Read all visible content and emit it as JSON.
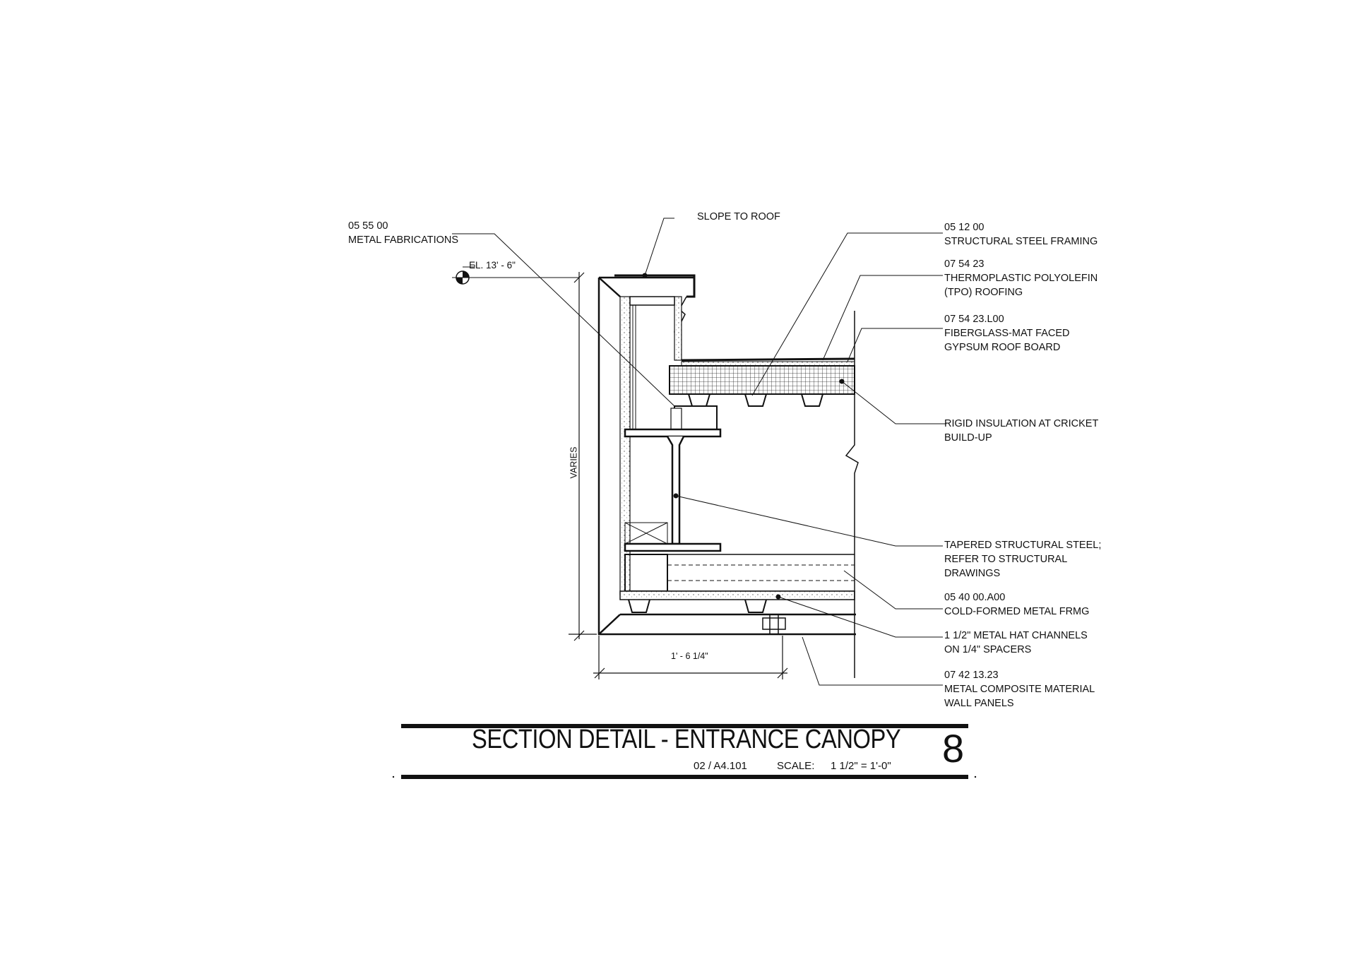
{
  "callouts": {
    "metal_fabrications": {
      "code": "05 55 00",
      "desc": "METAL FABRICATIONS"
    },
    "slope": {
      "desc": "SLOPE TO ROOF"
    },
    "elevation": {
      "desc": "EL. 13' - 6\""
    },
    "structural_steel": {
      "code": "05 12 00",
      "desc": "STRUCTURAL STEEL FRAMING"
    },
    "tpo": {
      "code": "07 54 23",
      "line1": "THERMOPLASTIC POLYOLEFIN",
      "line2": "(TPO) ROOFING"
    },
    "gypsum": {
      "code": "07 54 23.L00",
      "line1": "FIBERGLASS-MAT FACED",
      "line2": "GYPSUM ROOF BOARD"
    },
    "insulation": {
      "line1": "RIGID INSULATION AT CRICKET",
      "line2": "BUILD-UP"
    },
    "tapered": {
      "line1": "TAPERED STRUCTURAL STEEL;",
      "line2": "REFER TO STRUCTURAL",
      "line3": "DRAWINGS"
    },
    "cold_formed": {
      "code": "05 40 00.A00",
      "desc": "COLD-FORMED METAL FRMG"
    },
    "hat_channels": {
      "line1": "1 1/2\" METAL HAT CHANNELS",
      "line2": "ON 1/4\" SPACERS"
    },
    "panels": {
      "code": "07 42 13.23",
      "line1": "METAL COMPOSITE MATERIAL",
      "line2": "WALL PANELS"
    }
  },
  "dimensions": {
    "vertical": "VARIES",
    "horizontal": "1' - 6 1/4\""
  },
  "title_block": {
    "title": "SECTION DETAIL - ENTRANCE CANOPY",
    "reference": "02  / A4.101",
    "scale_label": "SCALE:",
    "scale_value": "1 1/2\" = 1'-0\"",
    "detail_number": "8"
  }
}
